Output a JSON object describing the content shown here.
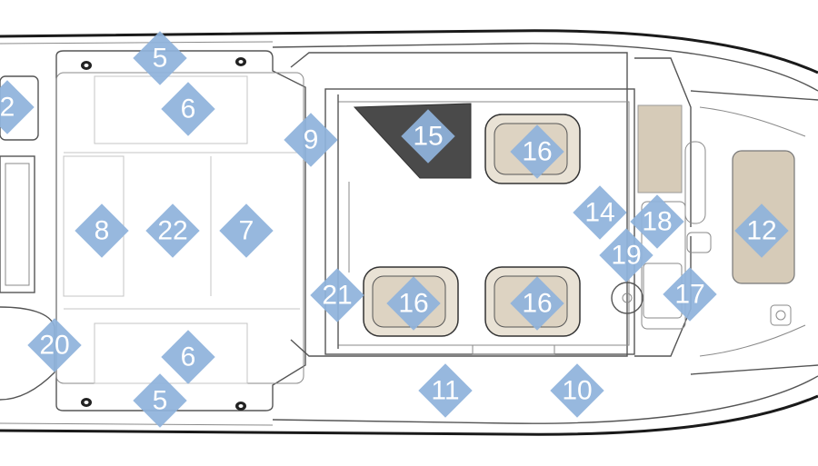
{
  "callouts": [
    {
      "id": "c2",
      "label": "2"
    },
    {
      "id": "c5a",
      "label": "5"
    },
    {
      "id": "c5b",
      "label": "5"
    },
    {
      "id": "c6a",
      "label": "6"
    },
    {
      "id": "c6b",
      "label": "6"
    },
    {
      "id": "c7",
      "label": "7"
    },
    {
      "id": "c8",
      "label": "8"
    },
    {
      "id": "c9",
      "label": "9"
    },
    {
      "id": "c10",
      "label": "10"
    },
    {
      "id": "c11",
      "label": "11"
    },
    {
      "id": "c12",
      "label": "12"
    },
    {
      "id": "c14",
      "label": "14"
    },
    {
      "id": "c15",
      "label": "15"
    },
    {
      "id": "c16a",
      "label": "16"
    },
    {
      "id": "c16b",
      "label": "16"
    },
    {
      "id": "c16c",
      "label": "16"
    },
    {
      "id": "c17",
      "label": "17"
    },
    {
      "id": "c18",
      "label": "18"
    },
    {
      "id": "c19",
      "label": "19"
    },
    {
      "id": "c20",
      "label": "20"
    },
    {
      "id": "c21",
      "label": "21"
    },
    {
      "id": "c22",
      "label": "22"
    }
  ],
  "colors": {
    "callout": "#8fb3dc",
    "cushion": "#d6cbb8",
    "locker": "#4a4a4a",
    "seat": "#e9e2d5"
  }
}
